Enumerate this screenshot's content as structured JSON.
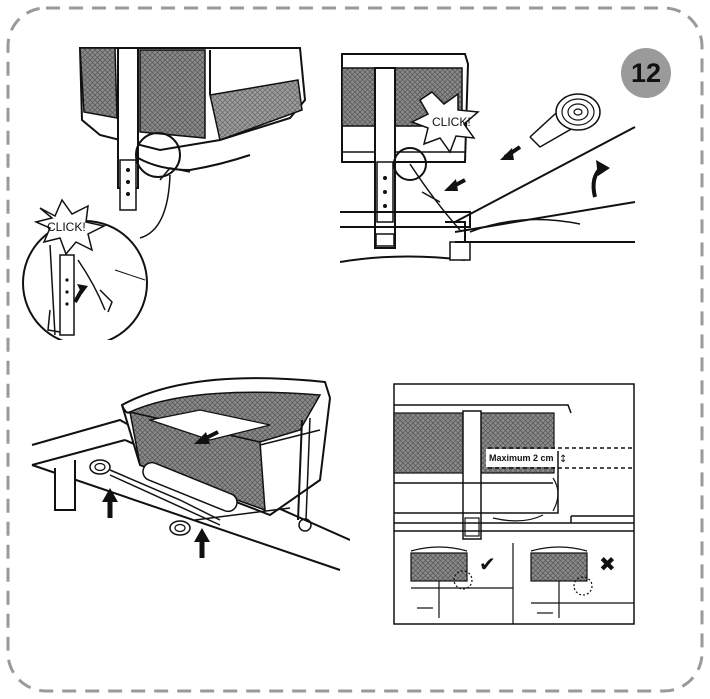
{
  "step_number": "12",
  "panel1": {
    "callout": "CLICK!"
  },
  "panel2": {
    "callout": "CLICK!"
  },
  "panel4": {
    "measurement_label": "Maximum 2 cm",
    "correct_symbol": "✔",
    "incorrect_symbol": "✖"
  },
  "colors": {
    "border": "#9a9a9a",
    "badge": "#9a9a9a",
    "ink": "#111111"
  }
}
